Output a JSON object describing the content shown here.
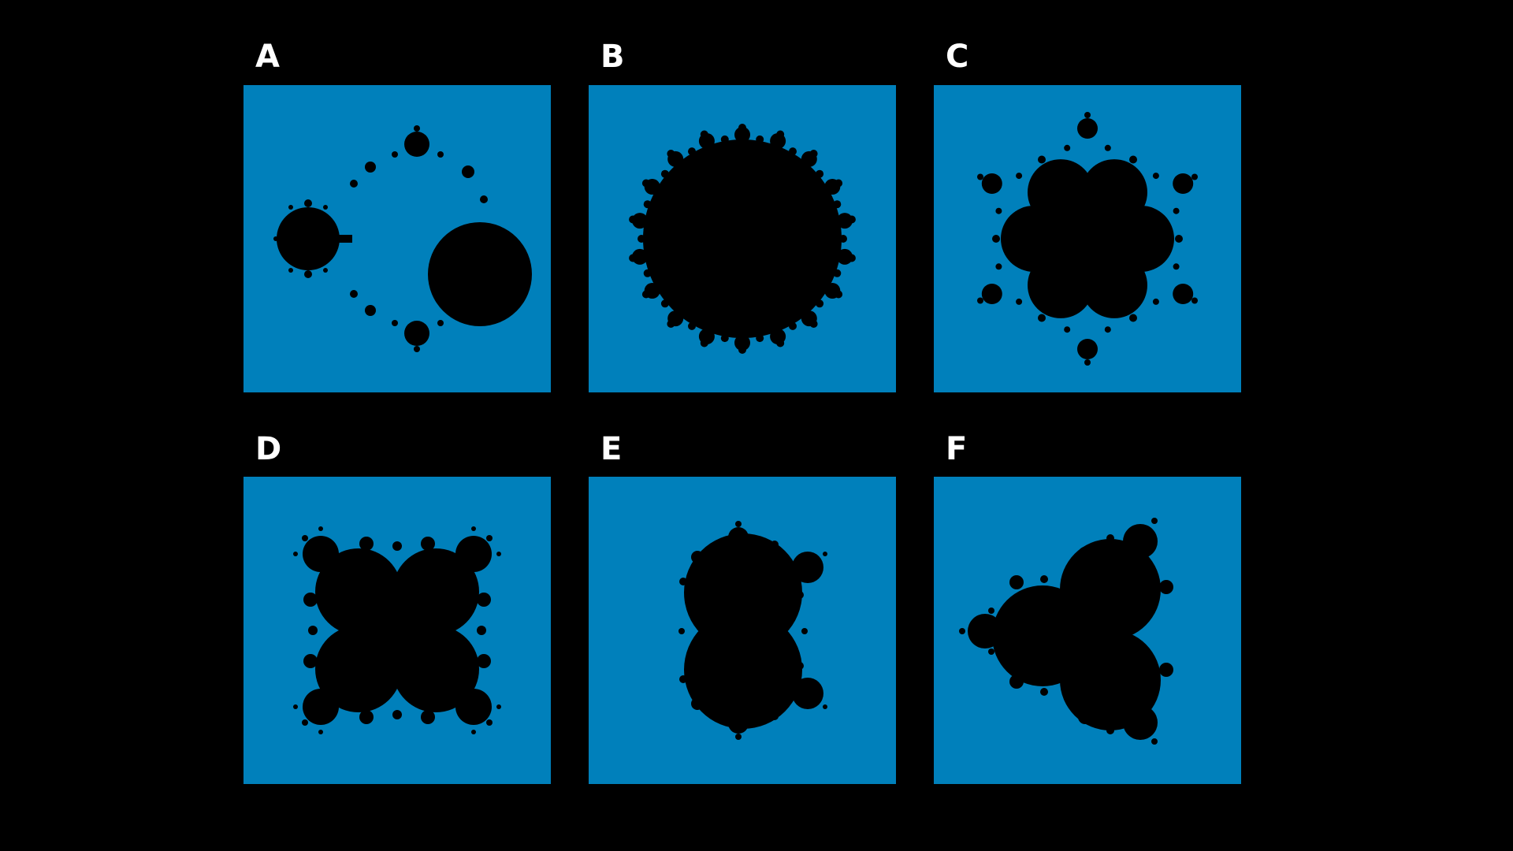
{
  "colors": {
    "background": "#000000",
    "panel": "#0080bb",
    "shape": "#000000",
    "label": "#ffffff"
  },
  "panels": [
    {
      "label": "A"
    },
    {
      "label": "B"
    },
    {
      "label": "C"
    },
    {
      "label": "D"
    },
    {
      "label": "E"
    },
    {
      "label": "F"
    }
  ]
}
